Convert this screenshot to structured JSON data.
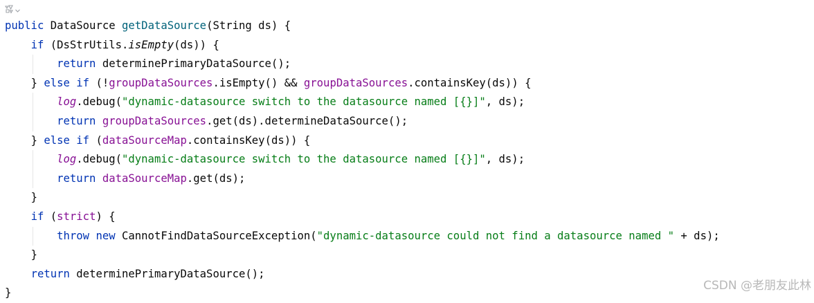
{
  "editor": {
    "lines": [
      {
        "indent": 0,
        "tokens": [
          {
            "t": "public",
            "c": "kw"
          },
          {
            "t": " DataSource "
          },
          {
            "t": "getDataSource",
            "c": "fn"
          },
          {
            "t": "(String ds) {"
          }
        ]
      },
      {
        "indent": 1,
        "tokens": [
          {
            "t": "if",
            "c": "kw"
          },
          {
            "t": " (DsStrUtils."
          },
          {
            "t": "isEmpty",
            "c": "ital"
          },
          {
            "t": "(ds)) {"
          }
        ]
      },
      {
        "indent": 2,
        "tokens": [
          {
            "t": "return",
            "c": "kw"
          },
          {
            "t": " determinePrimaryDataSource();"
          }
        ]
      },
      {
        "indent": 1,
        "tokens": [
          {
            "t": "} "
          },
          {
            "t": "else if",
            "c": "kw"
          },
          {
            "t": " (!"
          },
          {
            "t": "groupDataSources",
            "c": "fld"
          },
          {
            "t": ".isEmpty() && "
          },
          {
            "t": "groupDataSources",
            "c": "fld"
          },
          {
            "t": ".containsKey(ds)) {"
          }
        ]
      },
      {
        "indent": 2,
        "tokens": [
          {
            "t": "log",
            "c": "fld ital"
          },
          {
            "t": ".debug("
          },
          {
            "t": "\"dynamic-datasource switch to the datasource named [{}]\"",
            "c": "str"
          },
          {
            "t": ", ds);"
          }
        ]
      },
      {
        "indent": 2,
        "tokens": [
          {
            "t": "return",
            "c": "kw"
          },
          {
            "t": " "
          },
          {
            "t": "groupDataSources",
            "c": "fld"
          },
          {
            "t": ".get(ds).determineDataSource();"
          }
        ]
      },
      {
        "indent": 1,
        "tokens": [
          {
            "t": "} "
          },
          {
            "t": "else if",
            "c": "kw"
          },
          {
            "t": " ("
          },
          {
            "t": "dataSourceMap",
            "c": "fld"
          },
          {
            "t": ".containsKey(ds)) {"
          }
        ]
      },
      {
        "indent": 2,
        "tokens": [
          {
            "t": "log",
            "c": "fld ital"
          },
          {
            "t": ".debug("
          },
          {
            "t": "\"dynamic-datasource switch to the datasource named [{}]\"",
            "c": "str"
          },
          {
            "t": ", ds);"
          }
        ]
      },
      {
        "indent": 2,
        "tokens": [
          {
            "t": "return",
            "c": "kw"
          },
          {
            "t": " "
          },
          {
            "t": "dataSourceMap",
            "c": "fld"
          },
          {
            "t": ".get(ds);"
          }
        ]
      },
      {
        "indent": 1,
        "tokens": [
          {
            "t": "}"
          }
        ]
      },
      {
        "indent": 1,
        "tokens": [
          {
            "t": "if",
            "c": "kw"
          },
          {
            "t": " ("
          },
          {
            "t": "strict",
            "c": "fld"
          },
          {
            "t": ") {"
          }
        ]
      },
      {
        "indent": 2,
        "tokens": [
          {
            "t": "throw new",
            "c": "kw"
          },
          {
            "t": " CannotFindDataSourceException("
          },
          {
            "t": "\"dynamic-datasource could not find a datasource named \"",
            "c": "str"
          },
          {
            "t": " + ds);"
          }
        ]
      },
      {
        "indent": 1,
        "tokens": [
          {
            "t": "}"
          }
        ]
      },
      {
        "indent": 1,
        "tokens": [
          {
            "t": "return",
            "c": "kw"
          },
          {
            "t": " determinePrimaryDataSource();"
          }
        ]
      },
      {
        "indent": 0,
        "tokens": [
          {
            "t": "}"
          }
        ]
      }
    ]
  },
  "watermark": "CSDN @老朋友此林",
  "colors": {
    "keyword": "#0033b3",
    "method": "#00627a",
    "field": "#871094",
    "string": "#067d17",
    "text": "#080808"
  }
}
